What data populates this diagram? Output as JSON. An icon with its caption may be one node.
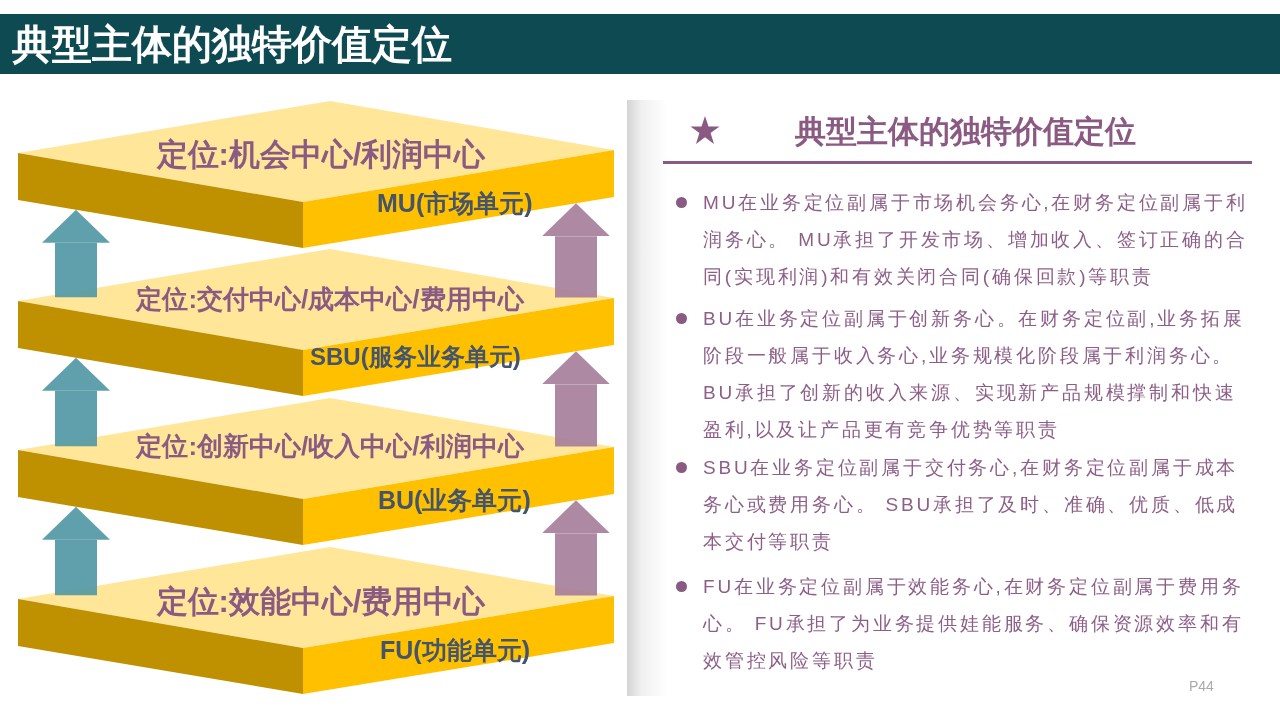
{
  "diagram": {
    "title": "典型主体的独特价值定位",
    "nodes": [
      {
        "text": [
          "定位:机会中心/利润中心",
          "MU(市场单元)"
        ]
      },
      {
        "text": [
          "定位:交付中心/成本中心/费用中心",
          "SBU(服务业务单元)"
        ]
      },
      {
        "text": [
          "定位:创新中心/收入中心/利润中心",
          "BU(业务单元)"
        ]
      },
      {
        "text": [
          "定位:效能中心/费用中心",
          "FU(功能单元)"
        ]
      }
    ],
    "edges": [
      {
        "from": 1,
        "to": 0,
        "arrow": "to",
        "color": "#5399a5"
      },
      {
        "from": 1,
        "to": 0,
        "arrow": "to",
        "color": "#a8809c"
      },
      {
        "from": 2,
        "to": 1,
        "arrow": "to",
        "color": "#5399a5"
      },
      {
        "from": 2,
        "to": 1,
        "arrow": "to",
        "color": "#a8809c"
      },
      {
        "from": 3,
        "to": 2,
        "arrow": "to",
        "color": "#5399a5"
      },
      {
        "from": 3,
        "to": 2,
        "arrow": "to",
        "color": "#a8809c"
      }
    ],
    "labels": [
      "典型主体的独特价值定位",
      "MU在业务定位副属于市场机会务心,在财务定位副属于利润务心。 MU承担了开发市场、增加收入、签订正确的合同(实现利润)和有效关闭合同(确保回款)等职责",
      "BU在业务定位副属于创新务心。在财务定位副,业务拓展阶段一般属于收入务心,业务规模化阶段属于利润务心。BU承担了创新的收入来源、实现新产品规模撑制和快速盈利,以及让产品更有竞争优势等职责",
      "SBU在业务定位副属于交付务心,在财务定位副属于成本务心或费用务心。 SBU承担了及时、准确、优质、低成本交付等职责",
      "FU在业务定位副属于效能务心,在财务定位副属于费用务心。 FU承担了为业务提供娃能服务、确保资源效率和有效管控风险等职责",
      "P44"
    ]
  }
}
